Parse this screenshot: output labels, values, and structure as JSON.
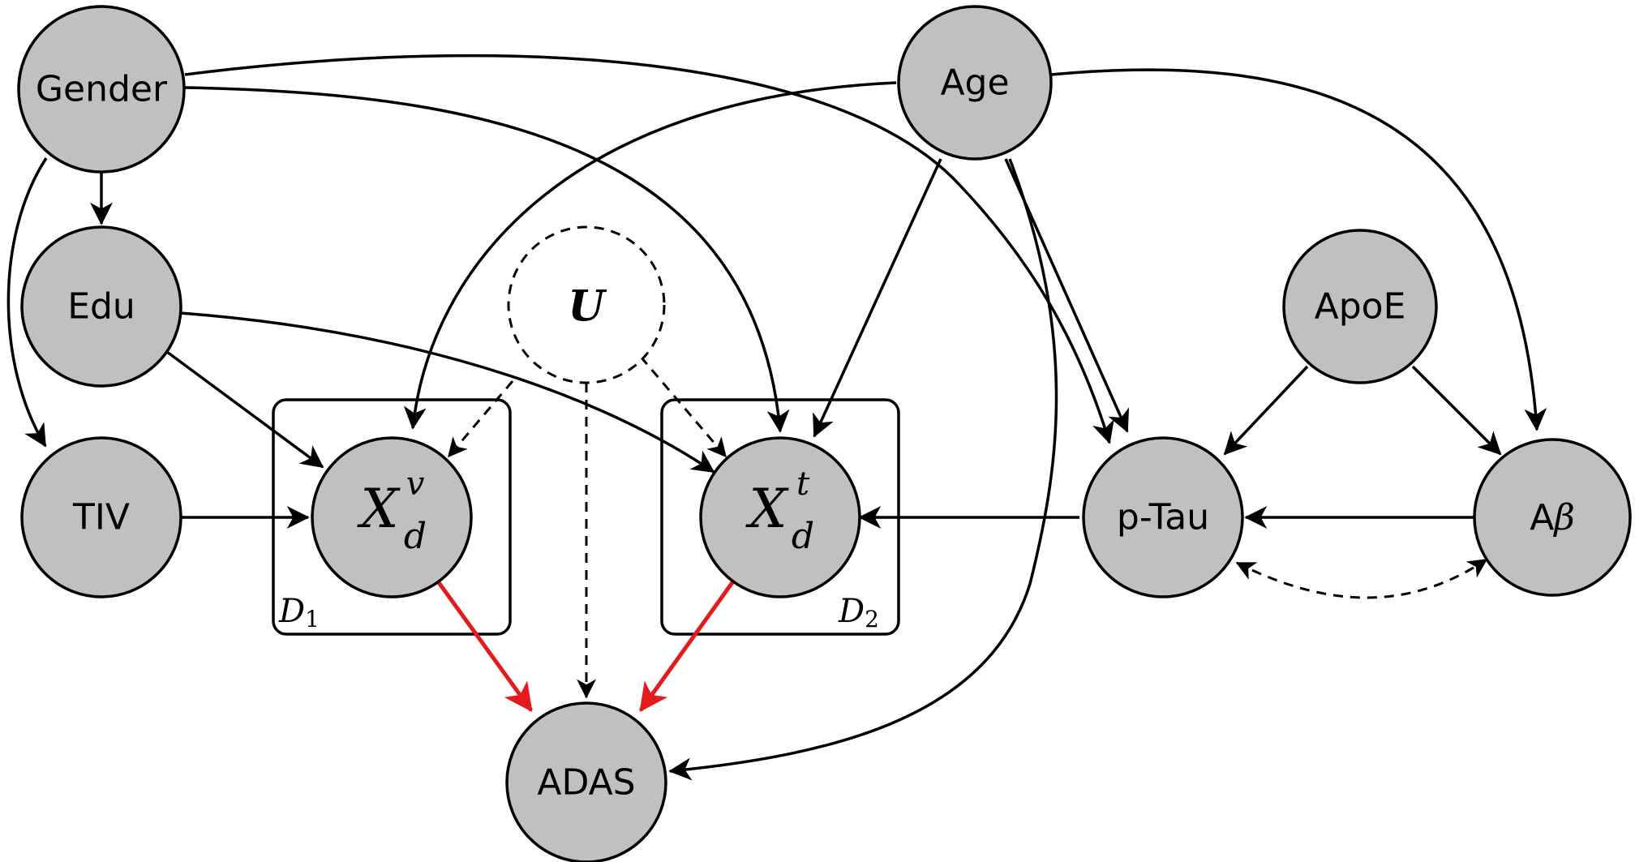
{
  "nodes": {
    "gender": {
      "label": "Gender"
    },
    "age": {
      "label": "Age"
    },
    "edu": {
      "label": "Edu"
    },
    "apoe": {
      "label": "ApoE"
    },
    "tiv": {
      "label": "TIV"
    },
    "ptau": {
      "label": "p-Tau"
    },
    "abeta": {
      "label_main": "A",
      "label_greek": "β"
    },
    "adas": {
      "label": "ADAS"
    },
    "xv": {
      "base": "X",
      "sup": "v",
      "sub": "d"
    },
    "xt": {
      "base": "X",
      "sup": "t",
      "sub": "d"
    },
    "u": {
      "label": "U"
    }
  },
  "plates": {
    "d1": {
      "letter": "D",
      "index": "1"
    },
    "d2": {
      "letter": "D",
      "index": "2"
    }
  },
  "colors": {
    "node_fill": "#c0c0c0",
    "highlight_edge": "#e41a1c",
    "stroke": "#000000"
  }
}
